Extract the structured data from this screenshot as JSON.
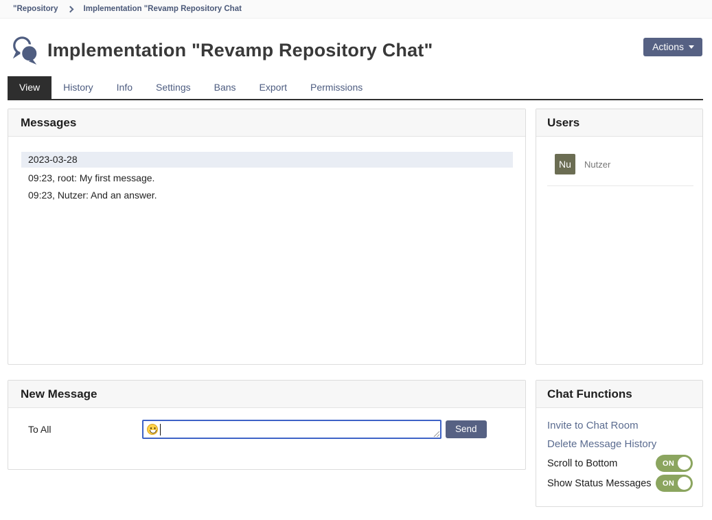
{
  "breadcrumb": {
    "item1": "\"Repository",
    "item2": "Implementation \"Revamp Repository Chat"
  },
  "header": {
    "title": "Implementation \"Revamp Repository Chat\"",
    "actions_label": "Actions"
  },
  "tabs": [
    {
      "label": "View",
      "active": true
    },
    {
      "label": "History",
      "active": false
    },
    {
      "label": "Info",
      "active": false
    },
    {
      "label": "Settings",
      "active": false
    },
    {
      "label": "Bans",
      "active": false
    },
    {
      "label": "Export",
      "active": false
    },
    {
      "label": "Permissions",
      "active": false
    }
  ],
  "messages_panel": {
    "title": "Messages",
    "date_header": "2023-03-28",
    "messages": [
      "09:23, root: My first message.",
      "09:23, Nutzer: And an answer."
    ]
  },
  "users_panel": {
    "title": "Users",
    "users": [
      {
        "initials": "Nu",
        "name": "Nutzer"
      }
    ]
  },
  "new_message_panel": {
    "title": "New Message",
    "recipient_label": "To All",
    "input_value": "😀",
    "input_icon": "grinning-face-emoji",
    "send_label": "Send"
  },
  "chat_functions_panel": {
    "title": "Chat Functions",
    "links": [
      "Invite to Chat Room",
      "Delete Message History"
    ],
    "toggles": [
      {
        "label": "Scroll to Bottom",
        "state": "ON"
      },
      {
        "label": "Show Status Messages",
        "state": "ON"
      }
    ]
  },
  "colors": {
    "accent_button": "#566183",
    "link": "#5a6b8f",
    "toggle_on": "#8ba55f",
    "avatar_bg": "#6b6d53",
    "input_focus_border": "#3d62c6",
    "active_tab_bg": "#2e2e2e",
    "date_row_bg": "#e9edf4",
    "breadcrumb_text": "#4a5878"
  }
}
